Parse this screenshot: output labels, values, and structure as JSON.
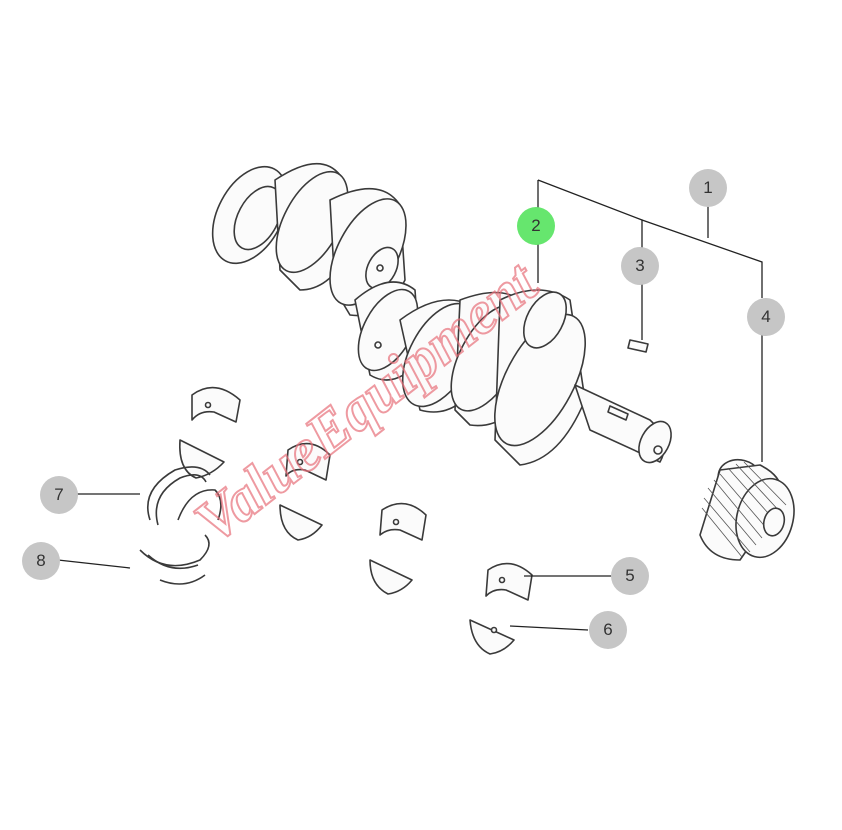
{
  "callouts": [
    {
      "label": "1",
      "part": "crankshaft-assembly"
    },
    {
      "label": "2",
      "part": "crankshaft",
      "highlighted": true
    },
    {
      "label": "3",
      "part": "key"
    },
    {
      "label": "4",
      "part": "crankshaft-gear"
    },
    {
      "label": "5",
      "part": "main-bearing-upper"
    },
    {
      "label": "6",
      "part": "main-bearing-lower"
    },
    {
      "label": "7",
      "part": "thrust-washer-upper"
    },
    {
      "label": "8",
      "part": "thrust-washer-lower"
    }
  ],
  "colors": {
    "callout_default": "#c6c6c6",
    "callout_highlight": "#66e66e",
    "line_art": "#3a3a3a",
    "watermark": "#e8707a"
  },
  "watermark": {
    "text": "ValueEquipment"
  }
}
